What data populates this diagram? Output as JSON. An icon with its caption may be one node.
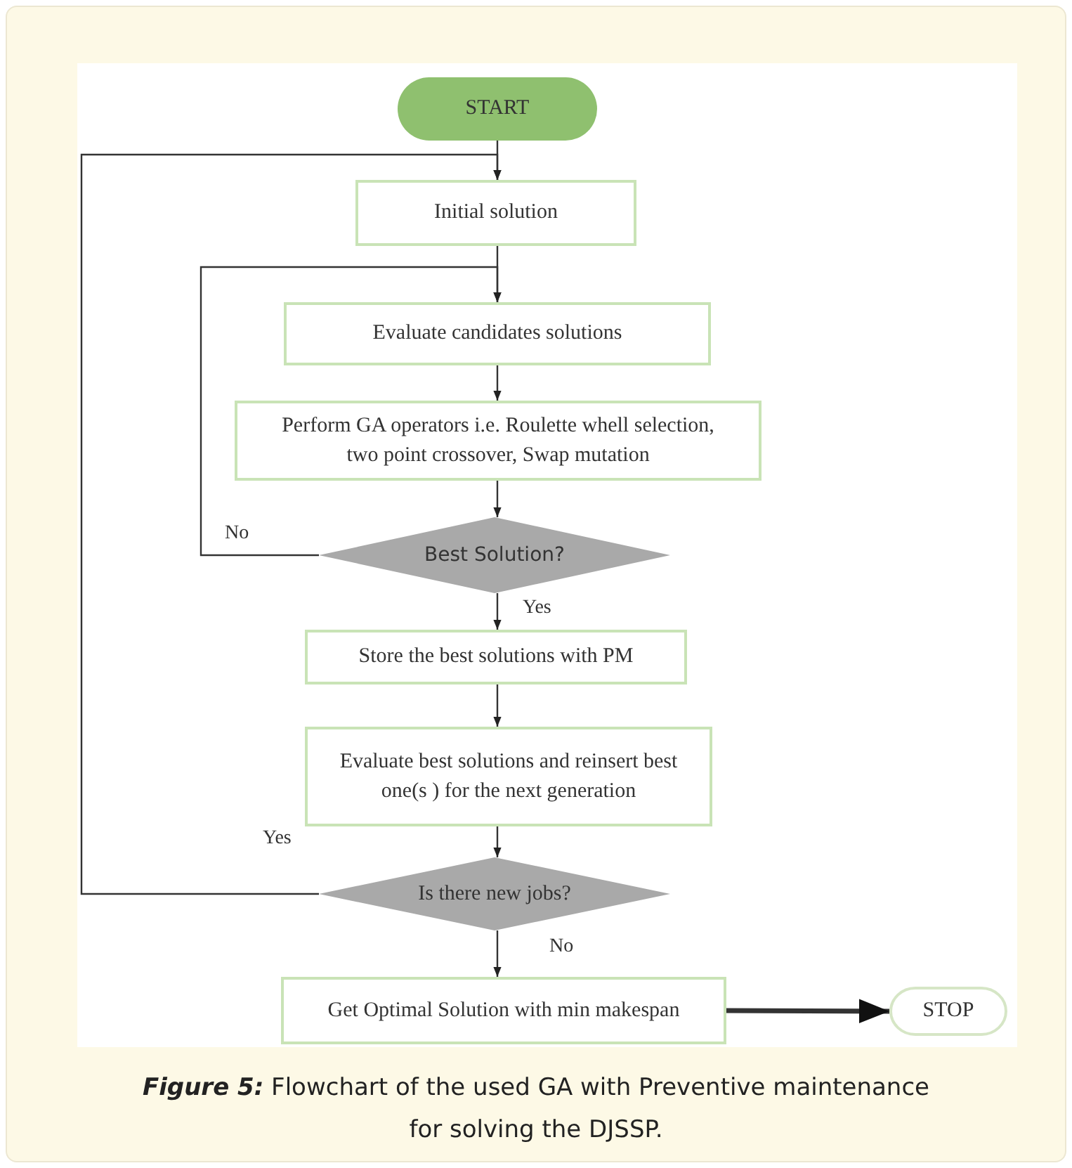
{
  "diagram": {
    "caption": "**Figure 5:** Flowchart of the used GA with Preventive maintenance for solving the DJSSP.",
    "nodes": [
      {
        "text": [
          "START"
        ]
      },
      {
        "text": [
          "Initial solution"
        ]
      },
      {
        "text": [
          "Evaluate candidates solutions"
        ]
      },
      {
        "text": [
          "Perform GA operators i.e. Roulette whell selection, two point crossover, Swap mutation"
        ]
      },
      {
        "text": [
          "Best Solution?"
        ]
      },
      {
        "text": [
          "Store the best solutions with PM"
        ]
      },
      {
        "text": [
          "Evaluate best solutions and reinsert best one(s ) for the next generation"
        ]
      },
      {
        "text": [
          "Is there new jobs?"
        ]
      },
      {
        "text": [
          "Get Optimal Solution with min makespan"
        ]
      },
      {
        "text": [
          "STOP"
        ]
      }
    ],
    "edges": [
      {
        "from": 0,
        "to": 1,
        "arrow": "to"
      },
      {
        "from": 1,
        "to": 2,
        "arrow": "to"
      },
      {
        "from": 2,
        "to": 3,
        "arrow": "to"
      },
      {
        "from": 3,
        "to": 4,
        "arrow": "to"
      },
      {
        "from": 4,
        "to": 2,
        "arrow": "to",
        "label": "No"
      },
      {
        "from": 4,
        "to": 5,
        "arrow": "to",
        "label": "Yes"
      },
      {
        "from": 5,
        "to": 6,
        "arrow": "to"
      },
      {
        "from": 6,
        "to": 7,
        "arrow": "to"
      },
      {
        "from": 7,
        "to": 1,
        "arrow": "to",
        "label": "Yes"
      },
      {
        "from": 7,
        "to": 8,
        "arrow": "to",
        "label": "No"
      },
      {
        "from": 8,
        "to": 9,
        "arrow": "to",
        "style": "thick"
      }
    ]
  }
}
